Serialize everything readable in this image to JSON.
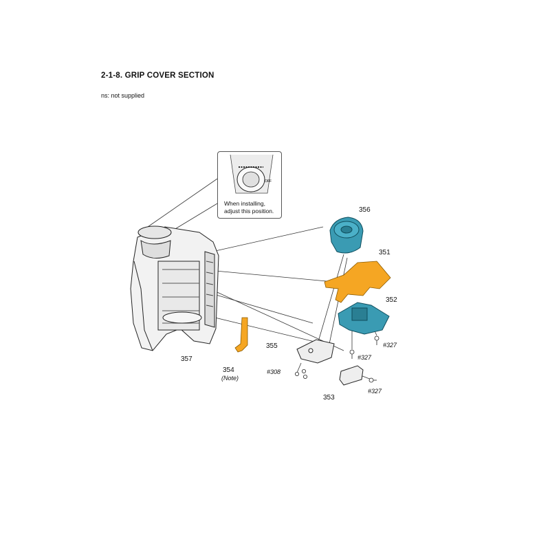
{
  "title": "2-1-8. GRIP COVER SECTION",
  "note": "ns: not supplied",
  "callout": {
    "text": "When installing,\nadjust this position.",
    "dial_mark": "OFF"
  },
  "parts": {
    "p351": "351",
    "p352": "352",
    "p353": "353",
    "p354": "354",
    "p354_note": "(Note)",
    "p355": "355",
    "p356": "356",
    "p357": "357"
  },
  "screws": {
    "s327a": "#327",
    "s327b": "#327",
    "s327c": "#327",
    "s308": "#308"
  },
  "colors": {
    "orange_part": "#f5a623",
    "blue_part": "#3a9bb3",
    "line": "#333333"
  }
}
